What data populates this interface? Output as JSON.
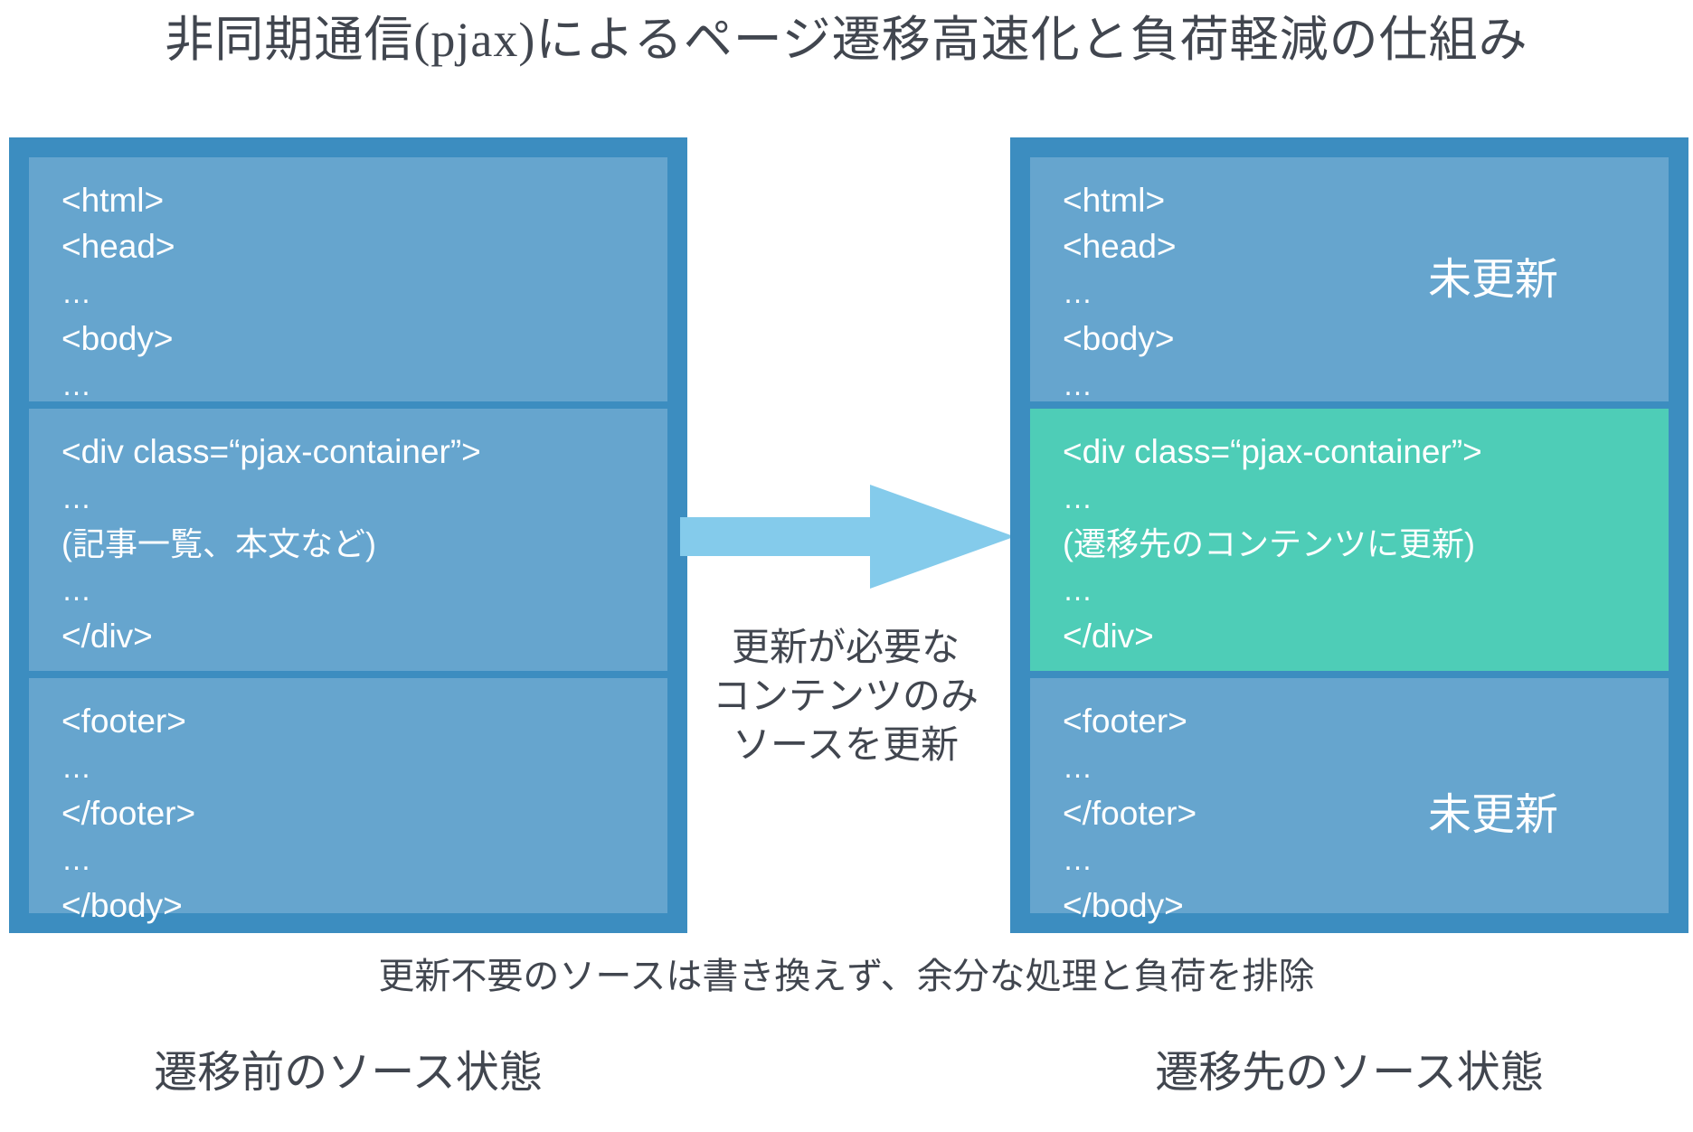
{
  "title": "非同期通信(pjax)によるページ遷移高速化と負荷軽減の仕組み",
  "colors": {
    "panel_frame": "#3c8dc0",
    "code_block": "#66a5ce",
    "updated_block": "#4ecdb7",
    "arrow": "#84cbeb",
    "text_dark": "#41464f",
    "code_text": "#ffffff",
    "background": "#ffffff"
  },
  "before_panel": {
    "label": "遷移前のソース状態",
    "blocks": [
      {
        "name": "document-head",
        "state": "unchanged",
        "lines": [
          "<html>",
          "<head>",
          "…",
          "<body>",
          "…"
        ]
      },
      {
        "name": "pjax-container",
        "state": "unchanged",
        "lines": [
          "<div class=“pjax-container”>",
          "…",
          "(記事一覧、本文など)",
          "…",
          "</div>"
        ]
      },
      {
        "name": "document-footer",
        "state": "unchanged",
        "lines": [
          "<footer>",
          "…",
          "</footer>",
          "…",
          "</body>"
        ]
      }
    ]
  },
  "after_panel": {
    "label": "遷移先のソース状態",
    "blocks": [
      {
        "name": "document-head",
        "state": "unchanged",
        "badge": "未更新",
        "lines": [
          "<html>",
          "<head>",
          "…",
          "<body>",
          "…"
        ]
      },
      {
        "name": "pjax-container",
        "state": "updated",
        "badge": "",
        "lines": [
          "<div class=“pjax-container”>",
          "…",
          "(遷移先のコンテンツに更新)",
          "…",
          "</div>"
        ]
      },
      {
        "name": "document-footer",
        "state": "unchanged",
        "badge": "未更新",
        "lines": [
          "<footer>",
          "…",
          "</footer>",
          "…",
          "</body>"
        ]
      }
    ]
  },
  "arrow": {
    "icon": "right-arrow-icon",
    "direction": "right"
  },
  "center_note": {
    "line1": "更新が必要な",
    "line2": "コンテンツのみ",
    "line3": "ソースを更新"
  },
  "bottom_caption": "更新不要のソースは書き換えず、余分な処理と負荷を排除"
}
